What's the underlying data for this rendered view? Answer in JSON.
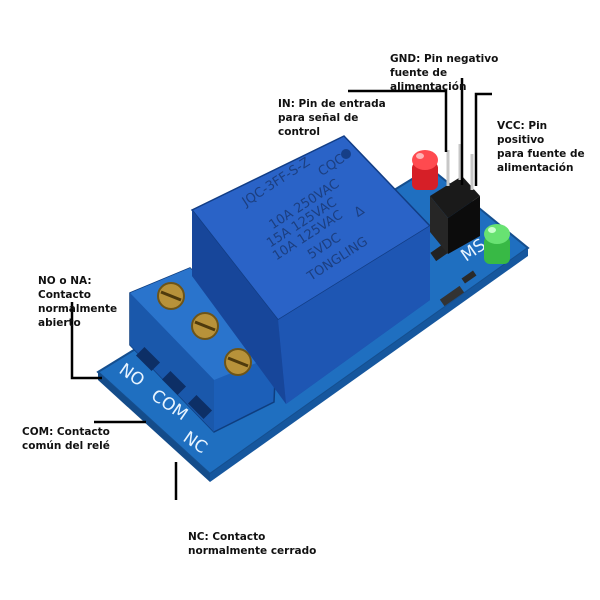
{
  "labels": {
    "gnd": {
      "lines": [
        "GND: Pin negativo",
        "fuente de",
        "alimentación"
      ]
    },
    "in": {
      "lines": [
        "IN: Pin de entrada",
        "para señal de control"
      ]
    },
    "vcc": {
      "lines": [
        "VCC: Pin positivo",
        "para fuente de",
        "alimentación"
      ]
    },
    "no": {
      "lines": [
        "NO o NA: Contacto",
        "normalmente",
        "abierto"
      ]
    },
    "com": {
      "lines": [
        "COM: Contacto",
        "común del relé"
      ]
    },
    "nc": {
      "lines": [
        "NC: Contacto",
        "normalmente cerrado"
      ]
    }
  },
  "board_silkscreen": {
    "no": "NO",
    "com": "COM",
    "nc": "NC",
    "ms": "MS"
  },
  "relay_markings": {
    "model": "JQC-3FF-S-Z",
    "rating_1": "10A 250VAC",
    "rating_2": "10A 125VAC",
    "rating_3": "15A 125VAC",
    "voltage": "5VDC",
    "brand": "TONGLING",
    "cert": "CQC"
  },
  "colors": {
    "pcb": "#1f6fc0",
    "relay": "#2a63c7",
    "terminal": "#1c5fb8",
    "led_red": "#e0202a",
    "led_green": "#3ec24a"
  }
}
